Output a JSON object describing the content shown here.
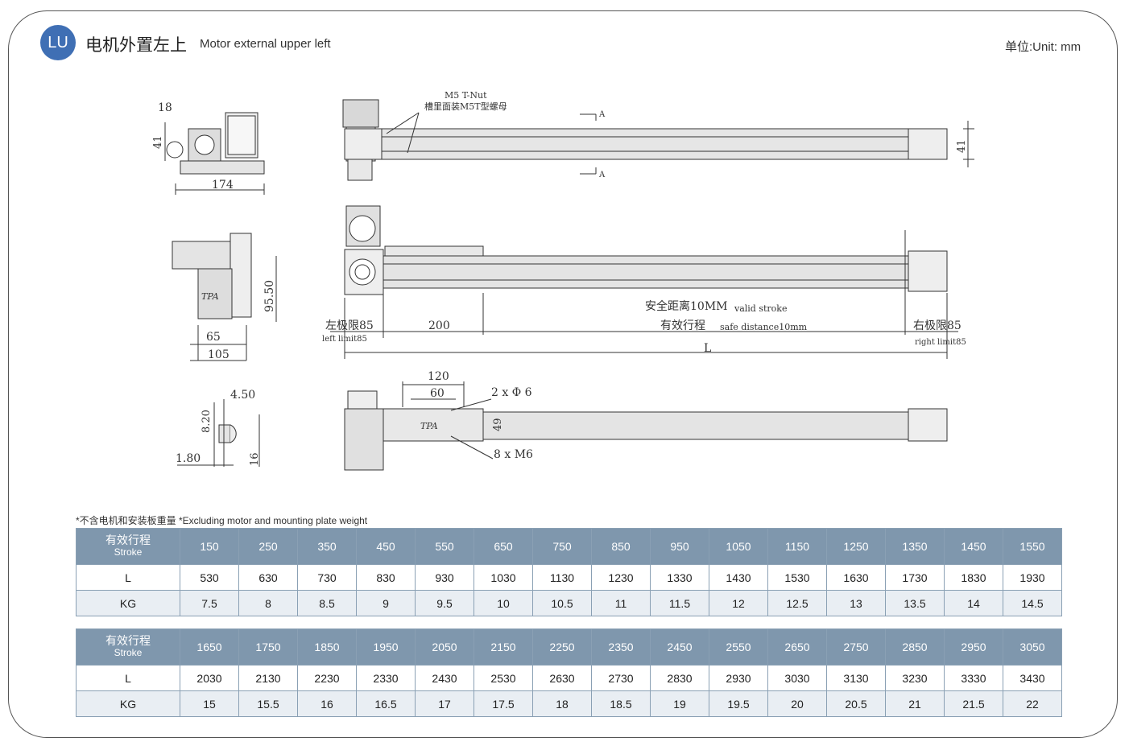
{
  "header": {
    "badge": "LU",
    "title_zh": "电机外置左上",
    "title_en": "Motor external  upper left",
    "unit": "单位:Unit: mm"
  },
  "drawing": {
    "dim_18": "18",
    "dim_41_left": "41",
    "dim_174": "174",
    "tnut_label": "M5 T-Nut",
    "tnut_label_zh": "槽里面装M5T型螺母",
    "section_a": "A",
    "dim_41_right": "41",
    "dim_95_50": "95.50",
    "dim_65": "65",
    "dim_105": "105",
    "logo": "TPA",
    "safe_zh": "安全距离10MM",
    "safe_en": "valid stroke",
    "stroke_zh": "有效行程",
    "stroke_en": "safe distance10mm",
    "left_limit_zh": "左极限85",
    "left_limit_en": "left limit85",
    "right_limit_zh": "右极限85",
    "right_limit_en": "right limit85",
    "dim_200": "200",
    "dim_L": "L",
    "dim_4_50": "4.50",
    "dim_8_20": "8.20",
    "dim_1_80": "1.80",
    "dim_16": "16",
    "dim_120": "120",
    "dim_60": "60",
    "dim_49": "49",
    "holes_d6": "2 x Φ 6",
    "holes_m6": "8 x  M6"
  },
  "note": "*不含电机和安装板重量 *Excluding motor and mounting plate weight",
  "tables": [
    {
      "stroke_zh": "有效行程",
      "stroke_en": "Stroke",
      "row_l": "L",
      "row_kg": "KG",
      "stroke": [
        "150",
        "250",
        "350",
        "450",
        "550",
        "650",
        "750",
        "850",
        "950",
        "1050",
        "1150",
        "1250",
        "1350",
        "1450",
        "1550"
      ],
      "L": [
        "530",
        "630",
        "730",
        "830",
        "930",
        "1030",
        "1130",
        "1230",
        "1330",
        "1430",
        "1530",
        "1630",
        "1730",
        "1830",
        "1930"
      ],
      "KG": [
        "7.5",
        "8",
        "8.5",
        "9",
        "9.5",
        "10",
        "10.5",
        "11",
        "11.5",
        "12",
        "12.5",
        "13",
        "13.5",
        "14",
        "14.5"
      ]
    },
    {
      "stroke_zh": "有效行程",
      "stroke_en": "Stroke",
      "row_l": "L",
      "row_kg": "KG",
      "stroke": [
        "1650",
        "1750",
        "1850",
        "1950",
        "2050",
        "2150",
        "2250",
        "2350",
        "2450",
        "2550",
        "2650",
        "2750",
        "2850",
        "2950",
        "3050"
      ],
      "L": [
        "2030",
        "2130",
        "2230",
        "2330",
        "2430",
        "2530",
        "2630",
        "2730",
        "2830",
        "2930",
        "3030",
        "3130",
        "3230",
        "3330",
        "3430"
      ],
      "KG": [
        "15",
        "15.5",
        "16",
        "16.5",
        "17",
        "17.5",
        "18",
        "18.5",
        "19",
        "19.5",
        "20",
        "20.5",
        "21",
        "21.5",
        "22"
      ]
    }
  ]
}
